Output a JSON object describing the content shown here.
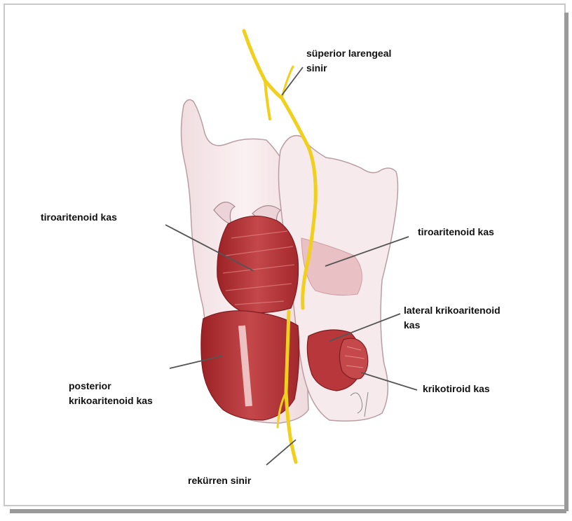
{
  "labels": {
    "superior_nerve": "süperior larengeal\nsinir",
    "thyroarytenoid_left": "tiroaritenoid kas",
    "thyroarytenoid_right": "tiroaritenoid kas",
    "lateral_cricoarytenoid": "lateral krikoaritenoid\nkas",
    "posterior_cricoarytenoid": "posterior\nkrikoaritenoid kas",
    "cricothyroid": "krikotiroid kas",
    "recurrent_nerve": "rekürren sinir"
  },
  "colors": {
    "cartilage": "#f4e6e8",
    "cartilage_edge": "#b89ea4",
    "muscle": "#b8373a",
    "muscle_dark": "#7e1c20",
    "nerve": "#f1cf1d",
    "leader_line": "#555555"
  }
}
